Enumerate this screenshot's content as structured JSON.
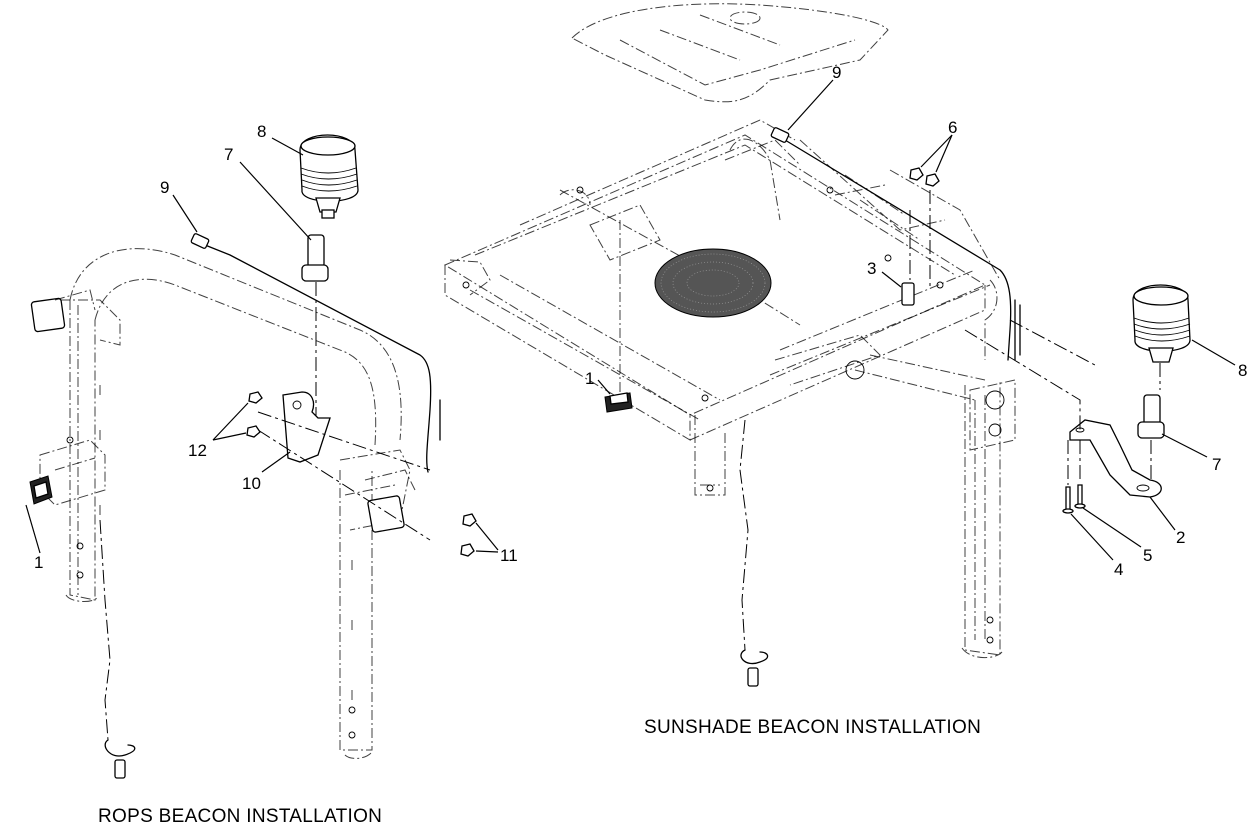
{
  "captions": {
    "rops": "ROPS BEACON INSTALLATION",
    "sunshade": "SUNSHADE BEACON INSTALLATION"
  },
  "rops_callouts": {
    "c1": "1",
    "c7": "7",
    "c8": "8",
    "c9": "9",
    "c10": "10",
    "c11": "11",
    "c12": "12"
  },
  "sunshade_callouts": {
    "c1": "1",
    "c2": "2",
    "c3": "3",
    "c4": "4",
    "c5": "5",
    "c6": "6",
    "c7": "7",
    "c8": "8",
    "c9": "9"
  }
}
